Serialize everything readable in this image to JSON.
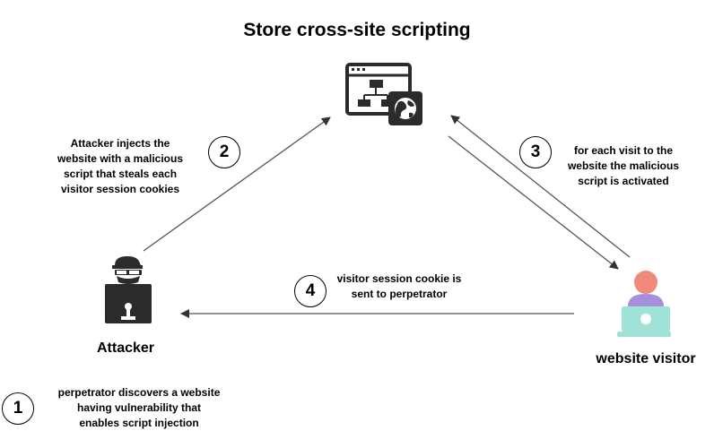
{
  "title": "Store cross-site scripting",
  "steps": [
    {
      "number": "1",
      "text_lines": [
        "perpetrator discovers a website",
        "having vulnerability that",
        "enables script injection"
      ]
    },
    {
      "number": "2",
      "text_lines": [
        "Attacker injects the",
        "website with a malicious",
        "script that steals each",
        "visitor session cookies"
      ]
    },
    {
      "number": "3",
      "text_lines": [
        "for each visit to the",
        "website the malicious",
        "script is activated"
      ]
    },
    {
      "number": "4",
      "text_lines": [
        "visitor session cookie is",
        "sent to perpetrator"
      ]
    }
  ],
  "actors": {
    "attacker": "Attacker",
    "visitor": "website visitor"
  },
  "icons": {
    "website": "website-sitemap-globe-icon",
    "attacker": "hacker-computer-icon",
    "visitor": "user-laptop-icon"
  },
  "colors": {
    "line": "#555555",
    "icon_dark": "#2b2b2b",
    "visitor_head": "#f08a7a",
    "visitor_body": "#a88fdc",
    "laptop": "#9fe3d8"
  }
}
